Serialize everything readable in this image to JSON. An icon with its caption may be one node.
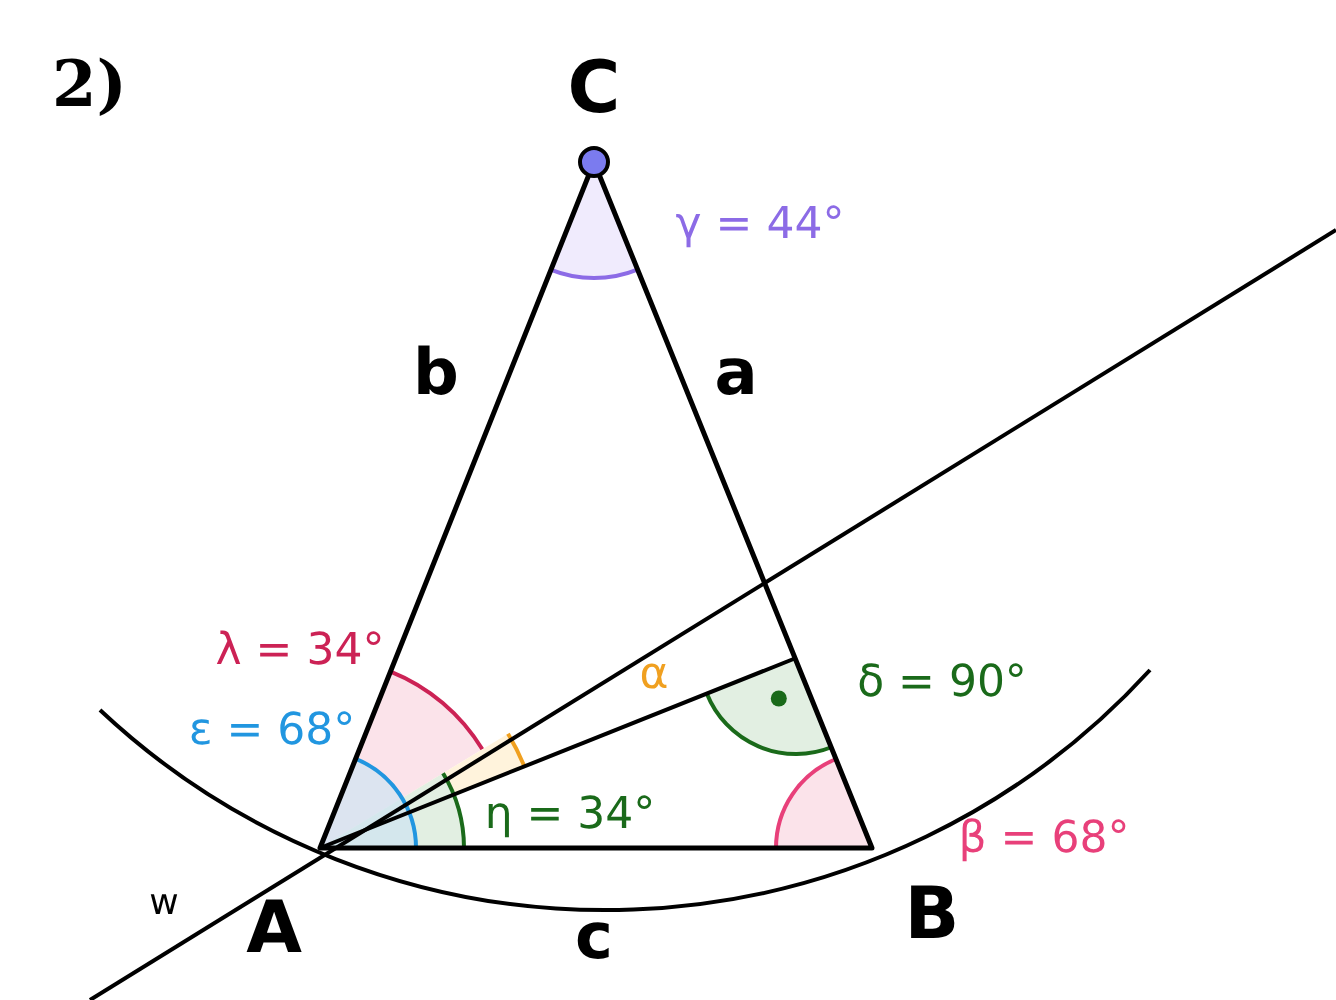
{
  "diagram": {
    "title": "2)",
    "labels": [
      "C",
      "γ = 44°",
      "b",
      "a",
      "λ = 34°",
      "α",
      "δ = 90°",
      "ε = 68°",
      "η = 34°",
      "β = 68°",
      "w",
      "A",
      "c",
      "B"
    ]
  }
}
